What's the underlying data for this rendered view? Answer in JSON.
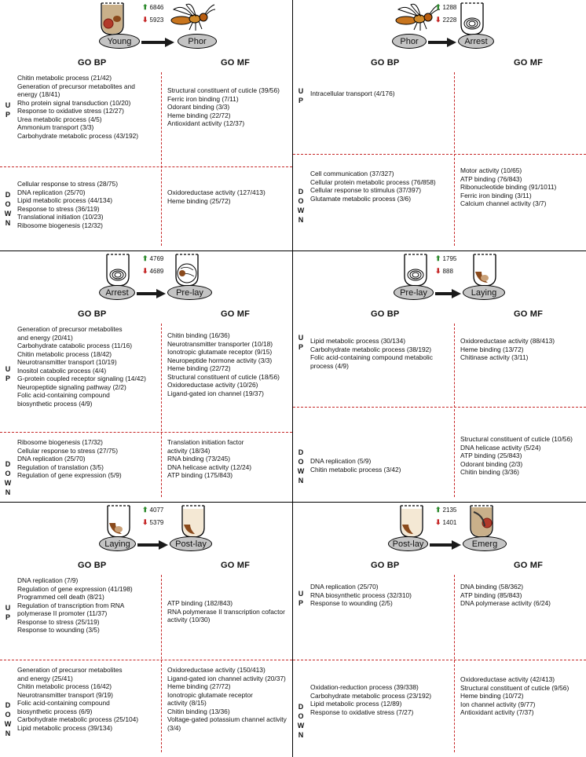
{
  "column_headers": {
    "bp": "GO BP",
    "mf": "GO MF"
  },
  "section_letters": {
    "up": [
      "U",
      "P"
    ],
    "down": [
      "D",
      "O",
      "W",
      "N"
    ]
  },
  "panels": [
    {
      "from": "Young",
      "to": "Phor",
      "up_count": "6846",
      "down_count": "5923",
      "up_bp": [
        "Chitin metabolic process (21/42)",
        "Generation of precursor metabolites and",
        "energy (18/41)",
        "Rho protein signal transduction (10/20)",
        "Response to oxidative stress (12/27)",
        "Urea metabolic process (4/5)",
        "Ammonium transport (3/3)",
        "Carbohydrate metabolic process (43/192)"
      ],
      "up_mf": [
        "Structural constituent of cuticle (39/56)",
        "Ferric iron binding (7/11)",
        "Odorant binding (3/3)",
        "Heme binding (22/72)",
        "Antioxidant activity (12/37)"
      ],
      "down_bp": [
        "Cellular response to stress (28/75)",
        "DNA replication (25/70)",
        "Lipid metabolic process (44/134)",
        "Response to stress (36/119)",
        "Translational initiation (10/23)",
        "Ribosome biogenesis (12/32)"
      ],
      "down_mf": [
        "Oxidoreductase activity (127/413)",
        "Heme binding (25/72)"
      ]
    },
    {
      "from": "Phor",
      "to": "Arrest",
      "up_count": "1288",
      "down_count": "2228",
      "up_bp": [
        "Intracellular transport (4/176)"
      ],
      "up_mf": [],
      "down_bp": [
        "Cell communication (37/327)",
        "Cellular protein metabolic process (76/858)",
        "Cellular response to stimulus (37/397)",
        "Glutamate metabolic process (3/6)"
      ],
      "down_mf": [
        "Motor activity (10/65)",
        "ATP binding (76/843)",
        "Ribonucleotide binding (91/1011)",
        "Ferric iron binding (3/11)",
        "Calcium channel activity (3/7)"
      ]
    },
    {
      "from": "Arrest",
      "to": "Pre-lay",
      "up_count": "4769",
      "down_count": "4689",
      "up_bp": [
        "Generation of precursor metabolites",
        "and energy (20/41)",
        "Carbohydrate catabolic process (11/16)",
        "Chitin metabolic process (18/42)",
        "Neurotransmitter transport (10/19)",
        "Inositol catabolic process (4/4)",
        "G-protein coupled receptor signaling (14/42)",
        "Neuropeptide signaling pathway (2/2)",
        "Folic acid-containing compound",
        "biosynthetic process (4/9)"
      ],
      "up_mf": [
        "Chitin binding (16/36)",
        "Neurotransmitter transporter (10/18)",
        "Ionotropic glutamate receptor (9/15)",
        "Neuropeptide hormone activity (3/3)",
        "Heme binding (22/72)",
        "Structural constituent of cuticle (18/56)",
        "Oxidoreductase activity (10/26)",
        "Ligand-gated ion channel (19/37)"
      ],
      "down_bp": [
        "Ribosome biogenesis (17/32)",
        "Cellular response to stress (27/75)",
        "DNA replication (25/70)",
        "Regulation of translation (3/5)",
        "Regulation of gene expression (5/9)"
      ],
      "down_mf": [
        "Translation initiation factor",
        "activity (18/34)",
        "RNA binding (73/245)",
        "DNA helicase activity (12/24)",
        "ATP binding (175/843)"
      ]
    },
    {
      "from": "Pre-lay",
      "to": "Laying",
      "up_count": "1795",
      "down_count": "888",
      "up_bp": [
        "Lipid metabolic process (30/134)",
        "Carbohydrate metabolic process (38/192)",
        "Folic acid-containing compound metabolic",
        "process (4/9)"
      ],
      "up_mf": [
        "Oxidoreductase activity (88/413)",
        "Heme binding (13/72)",
        "Chitinase activity (3/11)"
      ],
      "down_bp": [
        "DNA replication (5/9)",
        "Chitin metabolic process (3/42)"
      ],
      "down_mf": [
        "Structural constituent of cuticle (10/56)",
        "DNA helicase activity (5/24)",
        "ATP binding (25/843)",
        "Odorant binding (2/3)",
        "Chitin binding (3/36)"
      ]
    },
    {
      "from": "Laying",
      "to": "Post-lay",
      "up_count": "4077",
      "down_count": "5379",
      "up_bp": [
        "DNA replication (7/9)",
        "Regulation of gene expression (41/198)",
        "Programmed cell death (8/21)",
        "Regulation of transcription from RNA",
        "polymerase II promoter (11/37)",
        "Response to stress (25/119)",
        "Response to wounding (3/5)"
      ],
      "up_mf": [
        "ATP binding (182/843)",
        "RNA polymerase II transcription cofactor",
        "activity (10/30)"
      ],
      "down_bp": [
        "Generation of precursor metabolites",
        "and energy (25/41)",
        "Chitin metabolic process (16/42)",
        "Neurotransmitter transport (9/19)",
        "Folic acid-containing compound",
        "biosynthetic process (6/9)",
        "Carbohydrate metabolic process (25/104)",
        "Lipid metabolic process (39/134)"
      ],
      "down_mf": [
        "Oxidoreductase activity (150/413)",
        "Ligand-gated ion channel activity (20/37)",
        "Heme binding (27/72)",
        "Ionotropic glutamate receptor",
        "activity (8/15)",
        "Chitin binding (13/36)",
        "Voltage-gated potassium channel activity",
        "(3/4)"
      ]
    },
    {
      "from": "Post-lay",
      "to": "Emerg",
      "up_count": "2135",
      "down_count": "1401",
      "up_bp": [
        "DNA replication (25/70)",
        "RNA biosynthetic process (32/310)",
        "Response to wounding (2/5)"
      ],
      "up_mf": [
        "DNA binding (58/362)",
        "ATP binding (85/843)",
        "DNA polymerase activity (6/24)"
      ],
      "down_bp": [
        "Oxidation-reduction process (39/338)",
        "Carbohydrate metabolic process (23/192)",
        "Lipid metabolic process (12/89)",
        "Response to oxidative stress (7/27)"
      ],
      "down_mf": [
        "Oxidoreductase activity (42/413)",
        "Structural constituent of cuticle (9/56)",
        "Heme binding (10/72)",
        "Ion channel activity (9/77)",
        "Antioxidant activity (7/37)"
      ]
    }
  ]
}
